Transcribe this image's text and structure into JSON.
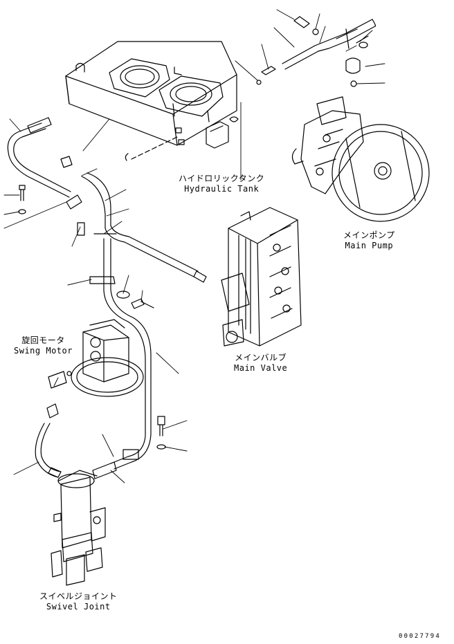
{
  "labels": {
    "hydraulic_tank_jp": "ハイドロリックタンク",
    "hydraulic_tank_en": "Hydraulic Tank",
    "main_pump_jp": "メインポンプ",
    "main_pump_en": "Main Pump",
    "swing_motor_jp": "旋回モータ",
    "swing_motor_en": "Swing Motor",
    "main_valve_jp": "メインバルブ",
    "main_valve_en": "Main Valve",
    "swivel_joint_jp": "スイベルジョイント",
    "swivel_joint_en": "Swivel Joint"
  },
  "drawing_number": "00027794"
}
